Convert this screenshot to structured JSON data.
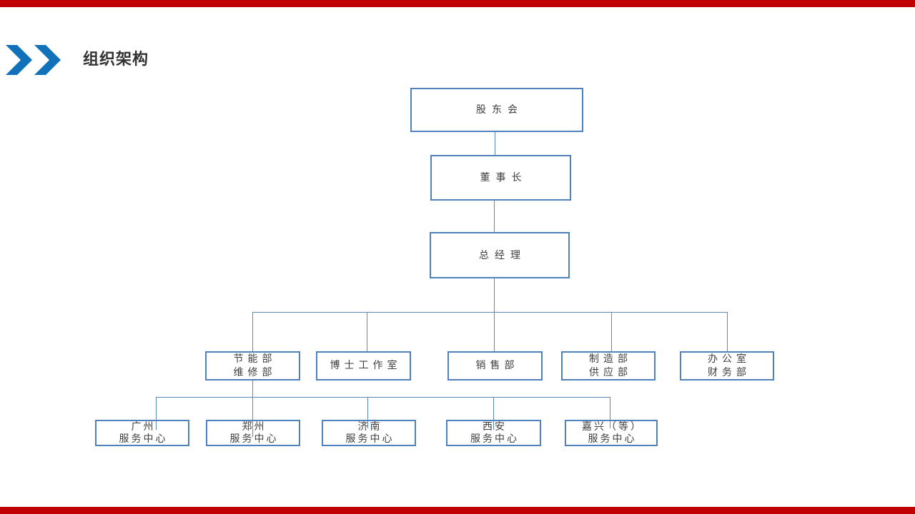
{
  "slide": {
    "title": "组织架构",
    "colors": {
      "accent_bar": "#c00000",
      "chevron_blue": "#1272b9",
      "box_border": "#4f81bd",
      "connector": "#5b87bb",
      "text": "#3f3f3f",
      "title_text": "#333333"
    },
    "icons": {
      "header_icon": "double-chevron-right"
    }
  },
  "chart": {
    "type": "org-chart",
    "shareholders": {
      "label": "股东会"
    },
    "chairman": {
      "label": "董事长"
    },
    "general_manager": {
      "label": "总经理"
    },
    "departments": [
      {
        "line1": "节能部",
        "line2": "维修部"
      },
      {
        "line1": "博士工作室",
        "line2": ""
      },
      {
        "line1": "销售部",
        "line2": ""
      },
      {
        "line1": "制造部",
        "line2": "供应部"
      },
      {
        "line1": "办公室",
        "line2": "财务部"
      }
    ],
    "service_centers": [
      {
        "line1": "广州",
        "line2": "服务中心"
      },
      {
        "line1": "郑州",
        "line2": "服务中心"
      },
      {
        "line1": "济南",
        "line2": "服务中心"
      },
      {
        "line1": "西安",
        "line2": "服务中心"
      },
      {
        "line1": "嘉兴（等）",
        "line2": "服务中心"
      }
    ]
  }
}
